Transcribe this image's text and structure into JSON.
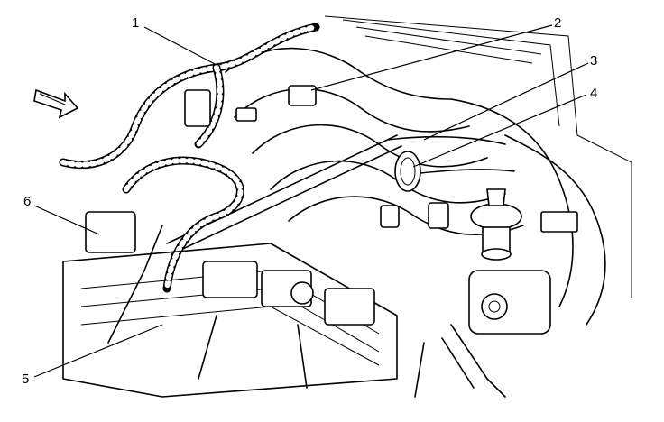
{
  "callouts": [
    {
      "id": "1",
      "label": "1"
    },
    {
      "id": "2",
      "label": "2"
    },
    {
      "id": "3",
      "label": "3"
    },
    {
      "id": "4",
      "label": "4"
    },
    {
      "id": "5",
      "label": "5"
    },
    {
      "id": "6",
      "label": "6"
    }
  ],
  "direction_arrow": "front-of-vehicle-arrow-icon",
  "colors": {
    "ink": "#000000",
    "background": "#ffffff"
  }
}
